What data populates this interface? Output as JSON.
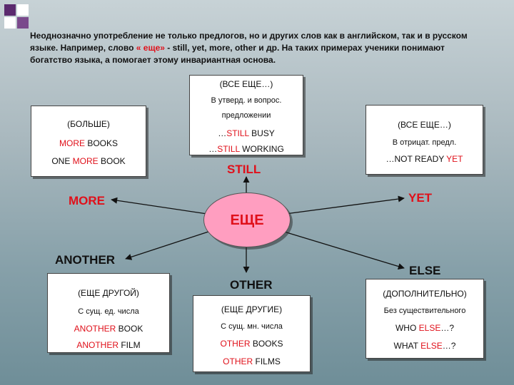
{
  "intro": {
    "part1": "Неоднозначно употребление не только предлогов, но и других слов как в английском, так и в русском языке. Например, слово ",
    "highlight": "« еще»",
    "part2": " -  still, yet, more, other и др. На таких примерах ученики понимают богатство языка, а помогает этому инвариантная основа."
  },
  "center": "ЕЩЕ",
  "still_box": {
    "title": "(ВСЕ ЕЩЕ…)",
    "note1": "В утверд. и вопрос.",
    "note2": "предложении",
    "ex1_pre": "…",
    "ex1_red": "STILL",
    "ex1_post": " BUSY",
    "ex2_pre": "…",
    "ex2_red": "STILL",
    "ex2_post": " WORKING"
  },
  "more_box": {
    "title": "(БОЛЬШЕ)",
    "ex1_red": "MORE",
    "ex1_post": " BOOKS",
    "ex2_pre": "ONE ",
    "ex2_red": "MORE",
    "ex2_post": " BOOK"
  },
  "yet_box": {
    "title": "(ВСЕ ЕЩЕ…)",
    "note": "В отрицат. предл.",
    "ex_pre": "…NOT READY ",
    "ex_red": "YET"
  },
  "another_box": {
    "title": "(ЕЩЕ ДРУГОЙ)",
    "note": "С сущ. ед. числа",
    "ex1_red": "ANOTHER",
    "ex1_post": " BOOK",
    "ex2_red": "ANOTHER",
    "ex2_post": " FILM"
  },
  "other_box": {
    "title": "(ЕЩЕ ДРУГИЕ)",
    "note": "С сущ. мн. числа",
    "ex1_red": "OTHER",
    "ex1_post": "  BOOKS",
    "ex2_red": "OTHER",
    "ex2_post": "  FILMS"
  },
  "else_box": {
    "title": "(ДОПОЛНИТЕЛЬНО)",
    "note": "Без существительного",
    "ex1_pre": "WHO ",
    "ex1_red": "ELSE",
    "ex1_post": "…?",
    "ex2_pre": "WHAT ",
    "ex2_red": "ELSE",
    "ex2_post": "…?"
  },
  "labels": {
    "still": "STILL",
    "more": "MORE",
    "yet": "YET",
    "another": "ANOTHER",
    "other": "OTHER",
    "else": "ELSE"
  },
  "colors": {
    "accent": "#e0101a",
    "ellipse": "#ff9ec0",
    "corner": "#5b2a6e"
  }
}
